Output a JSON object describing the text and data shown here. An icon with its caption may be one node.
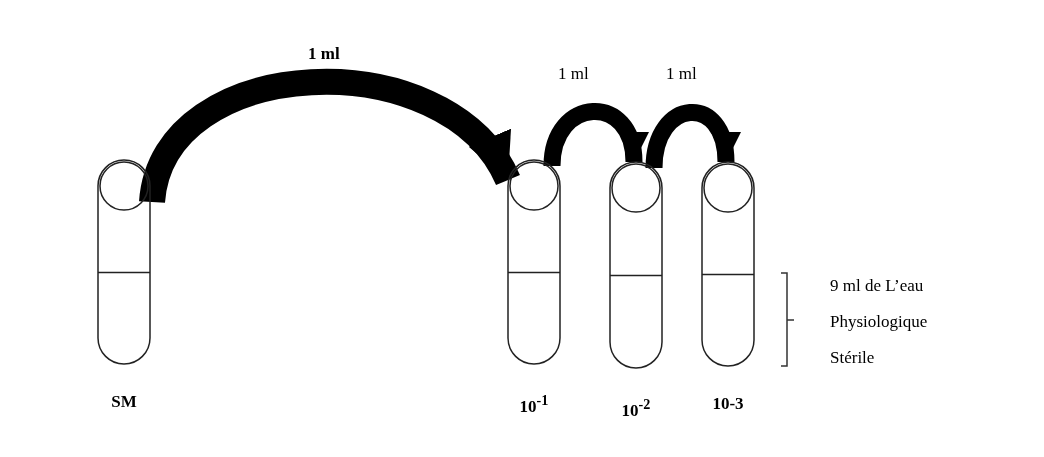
{
  "diagram": {
    "nodes": [
      {
        "text": [],
        "shape": "tube",
        "beside": [
          "SM"
        ]
      },
      {
        "text": [],
        "shape": "tube",
        "beside": [
          "10$^{-1}$"
        ]
      },
      {
        "text": [],
        "shape": "tube",
        "beside": [
          "10$^{-2}$"
        ]
      },
      {
        "text": [],
        "shape": "tube",
        "beside": [
          "10-3"
        ]
      }
    ],
    "edges": [
      {
        "from": 0,
        "to": 1,
        "arrow": "to",
        "label": "1 ml"
      },
      {
        "from": 1,
        "to": 2,
        "arrow": "to",
        "label": "1 ml"
      },
      {
        "from": 2,
        "to": 3,
        "arrow": "to",
        "label": "1 ml"
      }
    ],
    "labels": [
      "9 ml de L’eau Physiologique Stérile"
    ]
  }
}
